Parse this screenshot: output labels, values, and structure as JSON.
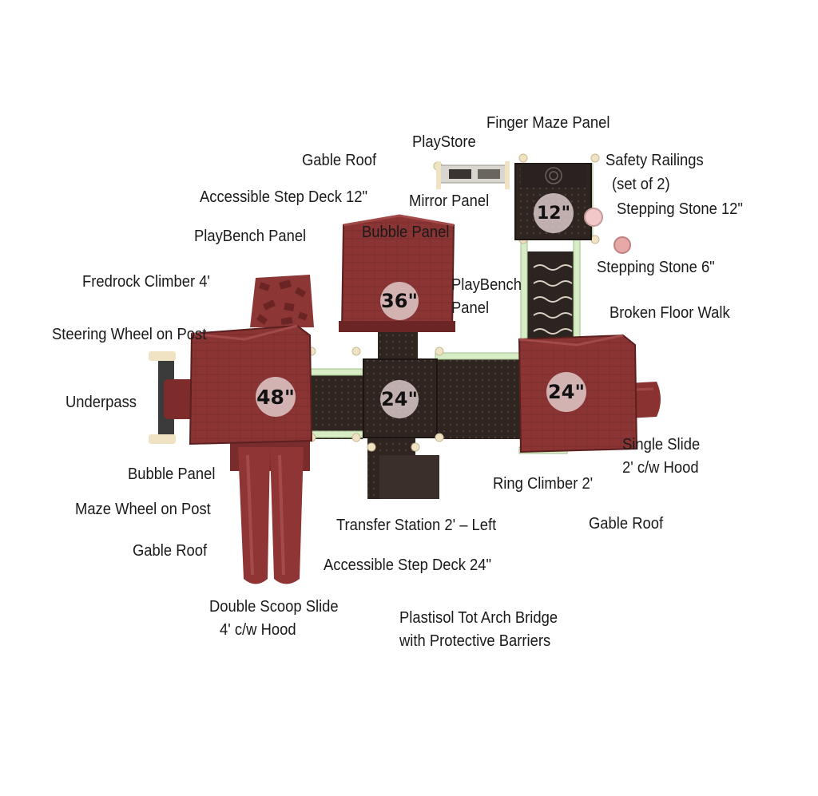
{
  "colors": {
    "roof": "#8a3434",
    "roof_dark": "#6b2525",
    "deck": "#2e2420",
    "rail": "#d8ecc6",
    "post": "#efe3c4",
    "badge": "#e8d6d6"
  },
  "decks": [
    {
      "id": "deck-48",
      "height": "48\""
    },
    {
      "id": "deck-36",
      "height": "36\""
    },
    {
      "id": "deck-24-center",
      "height": "24\""
    },
    {
      "id": "deck-24-right",
      "height": "24\""
    },
    {
      "id": "deck-12",
      "height": "12\""
    }
  ],
  "labels": [
    {
      "id": "finger-maze-panel",
      "text": "Finger Maze Panel"
    },
    {
      "id": "playstore",
      "text": "PlayStore"
    },
    {
      "id": "gable-roof-top",
      "text": "Gable Roof"
    },
    {
      "id": "safety-railings",
      "text": "Safety Railings"
    },
    {
      "id": "safety-railings-set",
      "text": "(set of 2)"
    },
    {
      "id": "accessible-step-deck-12",
      "text": "Accessible Step Deck 12\""
    },
    {
      "id": "mirror-panel",
      "text": "Mirror Panel"
    },
    {
      "id": "stepping-stone-12",
      "text": "Stepping Stone 12\""
    },
    {
      "id": "playbench-panel-left",
      "text": "PlayBench Panel"
    },
    {
      "id": "bubble-panel-top",
      "text": "Bubble Panel"
    },
    {
      "id": "stepping-stone-6",
      "text": "Stepping Stone 6\""
    },
    {
      "id": "fredrock-climber",
      "text": "Fredrock Climber 4'"
    },
    {
      "id": "playbench-panel-right-1",
      "text": "PlayBench"
    },
    {
      "id": "playbench-panel-right-2",
      "text": "Panel"
    },
    {
      "id": "broken-floor-walk",
      "text": "Broken Floor Walk"
    },
    {
      "id": "steering-wheel",
      "text": "Steering Wheel on Post"
    },
    {
      "id": "underpass",
      "text": "Underpass"
    },
    {
      "id": "single-slide-1",
      "text": "Single Slide"
    },
    {
      "id": "single-slide-2",
      "text": "2' c/w Hood"
    },
    {
      "id": "bubble-panel-bottom",
      "text": "Bubble Panel"
    },
    {
      "id": "ring-climber",
      "text": "Ring Climber 2'"
    },
    {
      "id": "maze-wheel",
      "text": "Maze Wheel on Post"
    },
    {
      "id": "transfer-station",
      "text": "Transfer Station 2' – Left"
    },
    {
      "id": "gable-roof-right",
      "text": "Gable Roof"
    },
    {
      "id": "gable-roof-left",
      "text": "Gable Roof"
    },
    {
      "id": "accessible-step-deck-24",
      "text": "Accessible Step Deck 24\""
    },
    {
      "id": "double-scoop-slide-1",
      "text": "Double Scoop Slide"
    },
    {
      "id": "double-scoop-slide-2",
      "text": "4' c/w Hood"
    },
    {
      "id": "tot-arch-bridge-1",
      "text": "Plastisol Tot Arch Bridge"
    },
    {
      "id": "tot-arch-bridge-2",
      "text": "with Protective Barriers"
    }
  ]
}
